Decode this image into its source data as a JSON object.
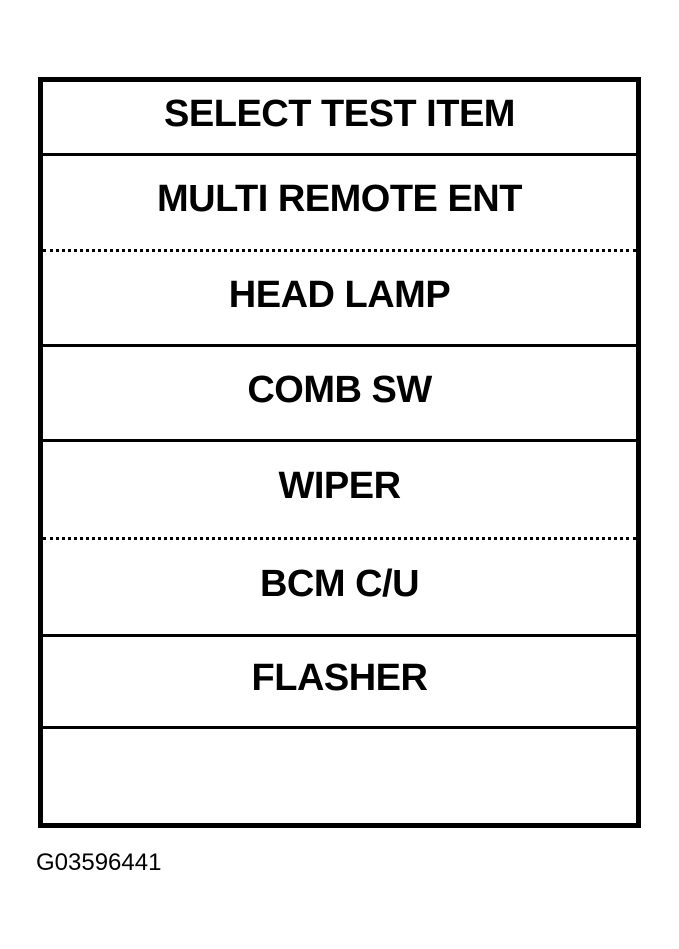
{
  "screen": {
    "title": "SELECT TEST ITEM",
    "items": [
      {
        "label": "MULTI REMOTE ENT",
        "divider_below": "dotted"
      },
      {
        "label": "HEAD LAMP",
        "divider_below": "solid"
      },
      {
        "label": "COMB SW",
        "divider_below": "solid"
      },
      {
        "label": "WIPER",
        "divider_below": "dotted"
      },
      {
        "label": "BCM C/U",
        "divider_below": "solid"
      },
      {
        "label": "FLASHER",
        "divider_below": "solid"
      },
      {
        "label": "",
        "divider_below": "none"
      }
    ]
  },
  "figure_id": "G03596441",
  "colors": {
    "foreground": "#000000",
    "background": "#ffffff"
  }
}
